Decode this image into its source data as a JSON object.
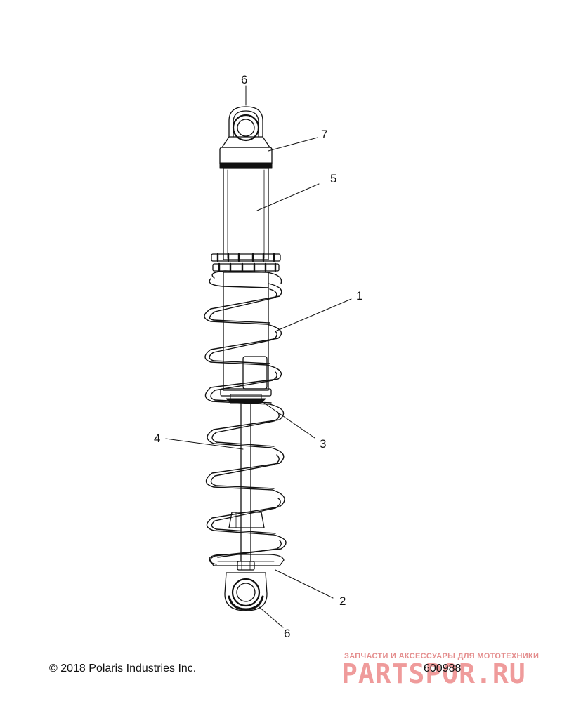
{
  "callouts": [
    {
      "id": "c6-top",
      "label": "6"
    },
    {
      "id": "c7",
      "label": "7"
    },
    {
      "id": "c5",
      "label": "5"
    },
    {
      "id": "c1",
      "label": "1"
    },
    {
      "id": "c4",
      "label": "4"
    },
    {
      "id": "c3",
      "label": "3"
    },
    {
      "id": "c2",
      "label": "2"
    },
    {
      "id": "c6-bottom",
      "label": "6"
    }
  ],
  "footer": {
    "copyright": "© 2018 Polaris Industries Inc.",
    "part_number": "600988"
  },
  "watermark": {
    "tagline": "ЗАПЧАСТИ И АКСЕССУАРЫ ДЛЯ МОТОТЕХНИКИ",
    "brand": "PARTSPOR.RU",
    "color": "#e24a4a"
  }
}
